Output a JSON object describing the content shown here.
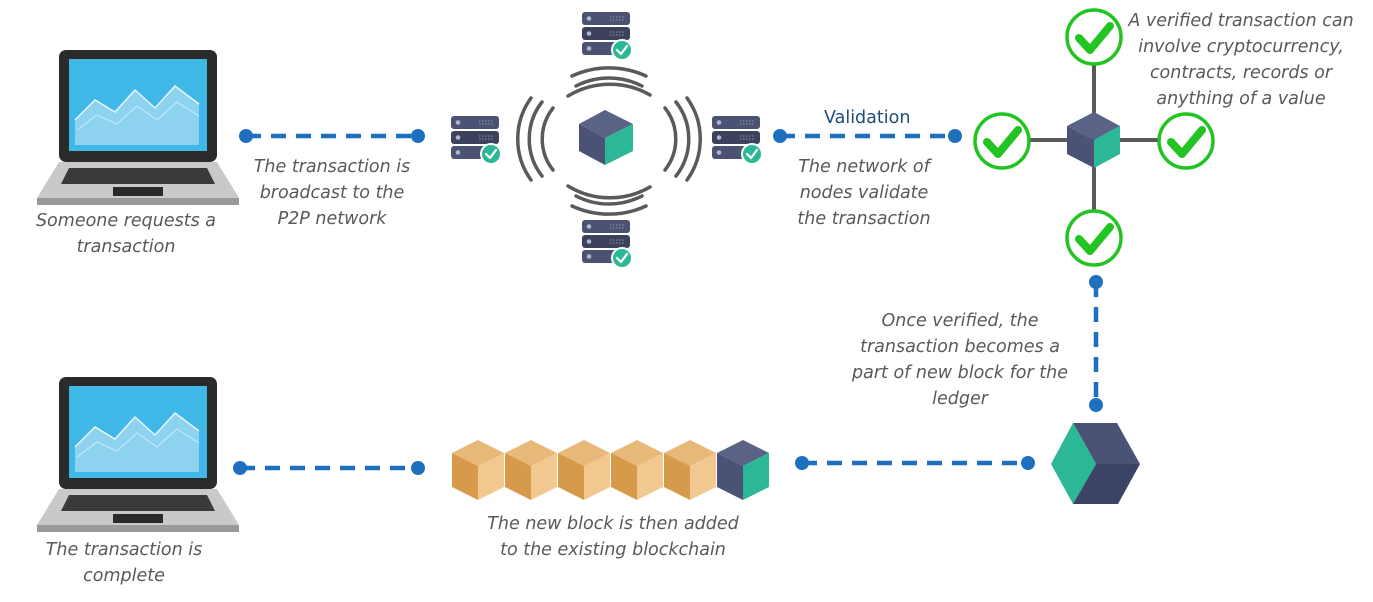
{
  "steps": {
    "request": {
      "lines": [
        "Someone requests a",
        "transaction"
      ]
    },
    "broadcast": {
      "lines": [
        "The transaction is",
        "broadcast to the",
        "P2P network"
      ]
    },
    "validate": {
      "label": "Validation",
      "lines": [
        "The network of",
        "nodes validate",
        "the transaction"
      ]
    },
    "verified": {
      "lines": [
        "A verified transaction can",
        "involve cryptocurrency,",
        "contracts, records or",
        "anything of a value"
      ]
    },
    "new_block": {
      "lines": [
        "Once verified, the",
        "transaction becomes a",
        "part of new block for the",
        "ledger"
      ]
    },
    "added": {
      "lines": [
        "The new block is then added",
        "to the existing blockchain"
      ]
    },
    "complete": {
      "lines": [
        "The transaction is",
        "complete"
      ]
    }
  },
  "colors": {
    "connector": "#1f6fbf",
    "check_green": "#22c422",
    "cube_dark": "#4a5275",
    "cube_teal": "#2bb896",
    "cube_gold": "#e0a85c",
    "server_body": "#4b5272",
    "ring": "#5a5a5a",
    "laptop_screen": "#3fb8e8"
  },
  "icons": [
    "laptop-icon",
    "server-icon",
    "cube-icon",
    "check-circle-icon",
    "blockchain-icon"
  ]
}
